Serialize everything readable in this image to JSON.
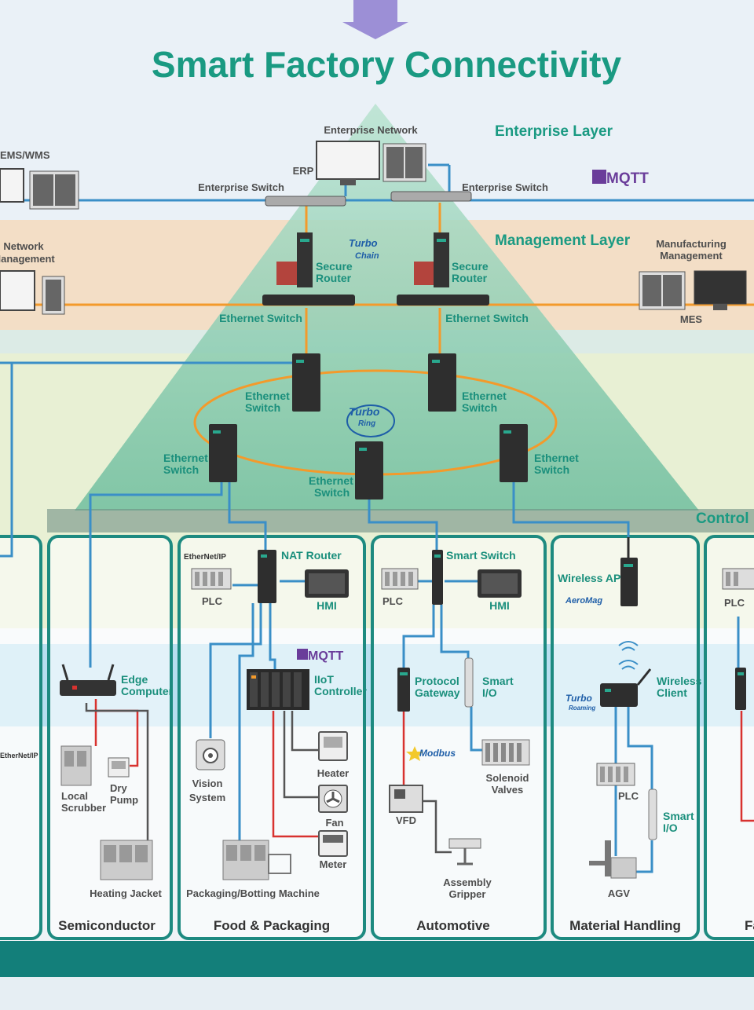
{
  "title": "Smart Factory Connectivity",
  "layers": {
    "enterprise": "Enterprise Layer",
    "management": "Management Layer",
    "control": "Control L"
  },
  "enterprise": {
    "network": "Enterprise Network",
    "erp": "ERP",
    "ems_wms": "EMS/WMS",
    "switch_left": "Enterprise Switch",
    "switch_right": "Enterprise Switch",
    "mqtt": "MQTT"
  },
  "management": {
    "network_mgmt": [
      "Network",
      "Management"
    ],
    "manufacturing_mgmt": [
      "Manufacturing",
      "Management"
    ],
    "mes": "MES",
    "turbo_chain": [
      "Turbo",
      "Chain"
    ],
    "secure_router_left": [
      "Secure",
      "Router"
    ],
    "secure_router_right": [
      "Secure",
      "Router"
    ],
    "eth_switch_left": "Ethernet Switch",
    "eth_switch_right": "Ethernet Switch"
  },
  "ring": {
    "turbo_ring": [
      "Turbo",
      "Ring"
    ],
    "sw_top_left": [
      "Ethernet",
      "Switch"
    ],
    "sw_top_right": [
      "Ethernet",
      "Switch"
    ],
    "sw_left": [
      "Ethernet",
      "Switch"
    ],
    "sw_right": [
      "Ethernet",
      "Switch"
    ],
    "sw_bottom": [
      "Ethernet",
      "Switch"
    ]
  },
  "sectors": {
    "semiconductor": {
      "name": "Semiconductor",
      "edge_computer": [
        "Edge",
        "Computer"
      ],
      "local_scrubber": [
        "Local",
        "Scrubber"
      ],
      "dry_pump": [
        "Dry",
        "Pump"
      ],
      "heating_jacket": "Heating Jacket"
    },
    "food": {
      "name": "Food & Packaging",
      "ethernetip": "EtherNet/IP",
      "nat_router": "NAT Router",
      "plc": "PLC",
      "hmi": "HMI",
      "mqtt": "MQTT",
      "iiot_controller": [
        "IIoT",
        "Controller"
      ],
      "vision_system": [
        "Vision",
        "System"
      ],
      "heater": "Heater",
      "fan": "Fan",
      "meter": "Meter",
      "packaging_machine": "Packaging/Botting Machine"
    },
    "automotive": {
      "name": "Automotive",
      "smart_switch": "Smart Switch",
      "plc": "PLC",
      "hmi": "HMI",
      "protocol_gateway": [
        "Protocol",
        "Gateway"
      ],
      "smart_io": [
        "Smart",
        "I/O"
      ],
      "modbus": "Modbus",
      "solenoid_valves": [
        "Solenoid",
        "Valves"
      ],
      "vfd": "VFD",
      "assembly_gripper": [
        "Assembly",
        "Gripper"
      ]
    },
    "material": {
      "name": "Material Handling",
      "wireless_ap": "Wireless AP",
      "aeromag": "AeroMag",
      "turbo_roaming": [
        "Turbo",
        "Roaming"
      ],
      "wireless_client": [
        "Wireless",
        "Client"
      ],
      "plc": "PLC",
      "smart_io": [
        "Smart",
        "I/O"
      ],
      "agv": "AGV"
    },
    "partial_right": {
      "name": "Fa",
      "plc": "PLC"
    },
    "partial_left": {
      "ethernetip": "EtherNet/IP"
    }
  },
  "colors": {
    "teal_title": "#1a9a82",
    "pyramid": "#8fcfb4",
    "enterprise_band": "#e2edf5",
    "management_band": "#f3ddc4",
    "control_band": "#e7f0d2",
    "field_band": "#b6dff0",
    "bottom_bar": "#137f7a",
    "link_blue": "#3a8fc7",
    "link_orange": "#f39a2b",
    "link_red": "#d8322f"
  }
}
